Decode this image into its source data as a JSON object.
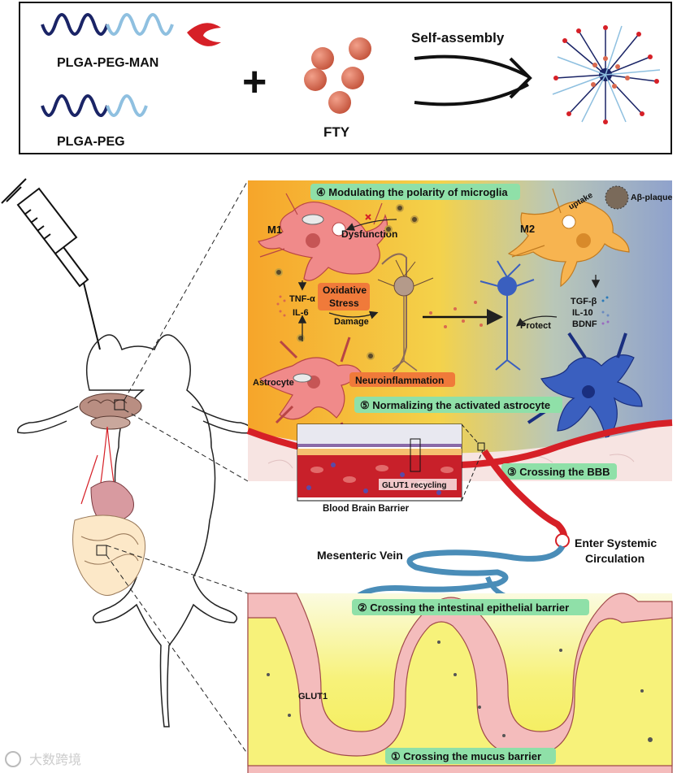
{
  "top_panel": {
    "polymer1": "PLGA-PEG-MAN",
    "polymer2": "PLGA-PEG",
    "plus": "+",
    "drug": "FTY",
    "process": "Self-assembly"
  },
  "brain_panel": {
    "step4": "④ Modulating the polarity of microglia",
    "m1": "M1",
    "m2": "M2",
    "dysfunction": "Dysfunction",
    "uptake": "uptake",
    "abeta": "Aβ-plaque",
    "tnf": "TNF-α",
    "il6": "IL-6",
    "oxidative": "Oxidative",
    "stress": "Stress",
    "damage": "Damage",
    "protect": "Protect",
    "tgf": "TGF-β",
    "il10": "IL-10",
    "bdnf": "BDNF",
    "astrocyte": "Astrocyte",
    "neuroinflammation": "Neuroinflammation",
    "step5": "⑤ Normalizing the activated astrocyte",
    "glut1_recycling": "GLUT1 recycling",
    "bbb": "Blood Brain Barrier",
    "step3": "③ Crossing the BBB"
  },
  "circulation": {
    "enter1": "Enter Systemic",
    "enter2": "Circulation",
    "vein": "Mesenteric Vein"
  },
  "gut_panel": {
    "step2": "② Crossing the intestinal epithelial barrier",
    "glut1": "GLUT1",
    "step1": "① Crossing the mucus barrier"
  },
  "watermark": "大数跨境",
  "colors": {
    "dark_blue": "#1a2466",
    "light_blue": "#8fc0e0",
    "nanoparticle": "#d9694f",
    "vessel_red": "#d62027",
    "vein_blue": "#4a8db8",
    "label_green": "#8fe0a8",
    "label_orange": "#f07a3a",
    "m1_pink": "#f08a8a",
    "m2_orange": "#f7b450",
    "neuron_blue": "#3a5fbf",
    "mucus_yellow": "#f5f06a"
  }
}
